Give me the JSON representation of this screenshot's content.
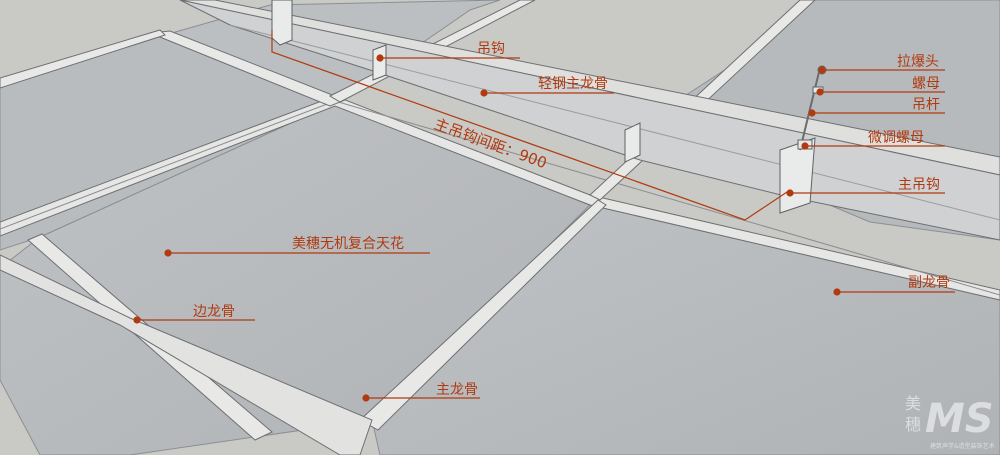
{
  "diagram": {
    "callouts": {
      "hanger": "吊钩",
      "light_steel_main_keel": "轻钢主龙骨",
      "main_hanger_spacing": "主吊钩间距：900",
      "expansion_bolt": "拉爆头",
      "nut": "螺母",
      "hanger_rod": "吊杆",
      "fine_tune_nut": "微调螺母",
      "main_hanger": "主吊钩",
      "ceiling_board": "美穗无机复合天花",
      "secondary_keel": "副龙骨",
      "edge_keel": "边龙骨",
      "main_keel": "主龙骨"
    },
    "colors": {
      "background": "#c9cac5",
      "panel": "#b7babd",
      "keel": "#e4e5e3",
      "line": "#6d6f72",
      "callout": "#b13a10"
    }
  },
  "watermark": {
    "brand_cn_1": "美",
    "brand_cn_2": "穗",
    "brand_logo": "MS",
    "tagline": "建筑声学&造型装饰艺术"
  }
}
